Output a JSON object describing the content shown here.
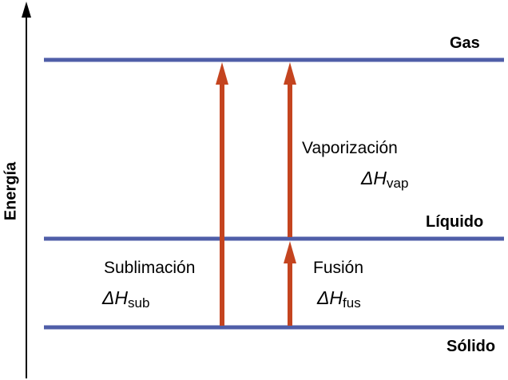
{
  "axis": {
    "label": "Energía"
  },
  "levels": {
    "gas": "Gas",
    "liquid": "Líquido",
    "solid": "Sólido"
  },
  "processes": {
    "vaporization": {
      "label": "Vaporización",
      "delta": "ΔH",
      "sub": "vap"
    },
    "sublimation": {
      "label": "Sublimación",
      "delta": "ΔH",
      "sub": "sub"
    },
    "fusion": {
      "label": "Fusión",
      "delta": "ΔH",
      "sub": "fus"
    }
  },
  "colors": {
    "level_line": "#4f5ea8",
    "arrow": "#c4441f",
    "axis": "#000000"
  }
}
